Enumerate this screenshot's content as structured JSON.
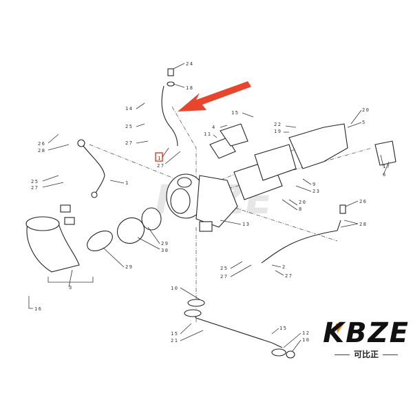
{
  "diagram": {
    "accent_color": "#e8452c",
    "logo_accent_color": "#f08a1c",
    "callouts": [
      "24",
      "18",
      "14",
      "25",
      "27",
      "1",
      "27",
      "26",
      "28",
      "25",
      "27",
      "1",
      "15",
      "4",
      "11",
      "22",
      "19",
      "20",
      "5",
      "17",
      "6",
      "9",
      "23",
      "20",
      "8",
      "13",
      "26",
      "28",
      "25",
      "27",
      "2",
      "27",
      "29",
      "30",
      "29",
      "3",
      "16",
      "10",
      "15",
      "21",
      "15",
      "12",
      "10"
    ]
  },
  "logo": {
    "text": "KBZE",
    "subtitle": "可比正"
  }
}
